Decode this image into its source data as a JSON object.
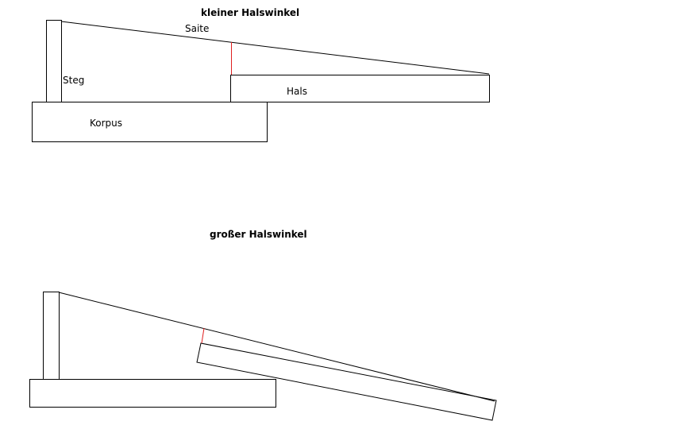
{
  "diagram_small": {
    "title": "kleiner Halswinkel",
    "label_string": "Saite",
    "label_bridge": "Steg",
    "label_neck": "Hals",
    "label_body": "Korpus"
  },
  "diagram_large": {
    "title": "großer Halswinkel"
  },
  "colors": {
    "outline": "#000000",
    "marker": "#e02020",
    "background": "#ffffff"
  }
}
